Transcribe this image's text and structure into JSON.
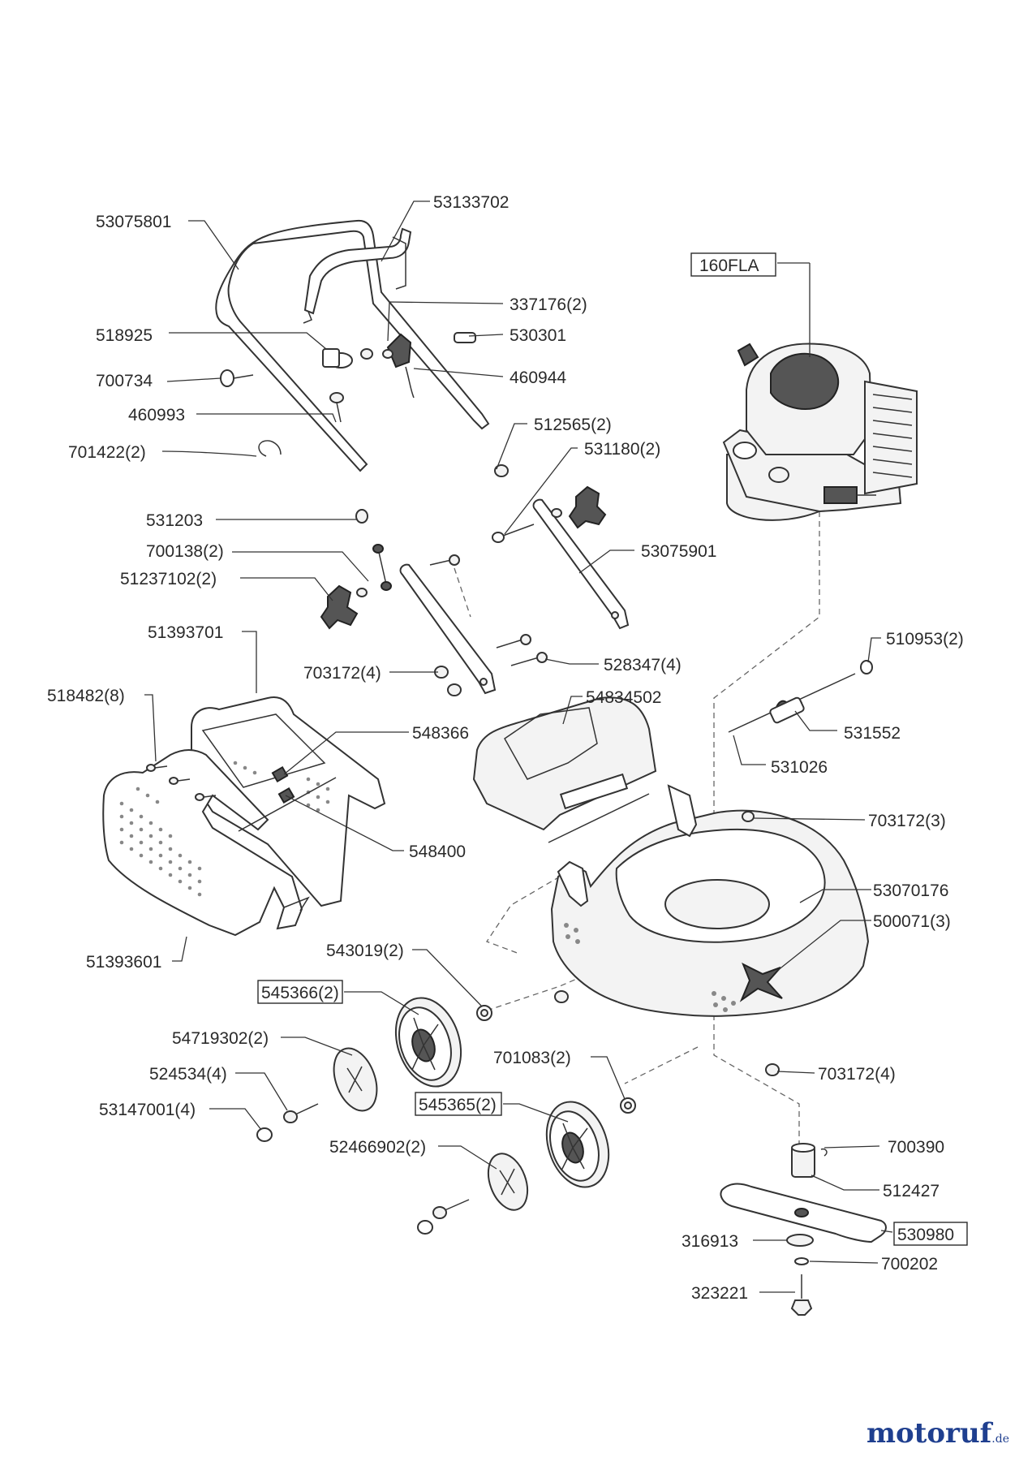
{
  "labels": {
    "l53075801": "53075801",
    "l53133702": "53133702",
    "l160FLA": "160FLA",
    "l337176": "337176(2)",
    "l518925": "518925",
    "l530301": "530301",
    "l700734": "700734",
    "l460944": "460944",
    "l460993": "460993",
    "l701422": "701422(2)",
    "l512565": "512565(2)",
    "l531180": "531180(2)",
    "l531203": "531203",
    "l700138": "700138(2)",
    "l53075901": "53075901",
    "l51237102": "51237102(2)",
    "l51393701": "51393701",
    "l510953": "510953(2)",
    "l703172a": "703172(4)",
    "l528347": "528347(4)",
    "l518482": "518482(8)",
    "l54834502": "54834502",
    "l548366": "548366",
    "l531552": "531552",
    "l531026": "531026",
    "l703172b": "703172(3)",
    "l548400": "548400",
    "l53070176": "53070176",
    "l500071": "500071(3)",
    "l51393601": "51393601",
    "l543019": "543019(2)",
    "l545366": "545366(2)",
    "l54719302": "54719302(2)",
    "l701083": "701083(2)",
    "l524534": "524534(4)",
    "l703172c": "703172(4)",
    "l545365": "545365(2)",
    "l53147001": "53147001(4)",
    "l700390": "700390",
    "l52466902": "52466902(2)",
    "l512427": "512427",
    "l530980": "530980",
    "l316913": "316913",
    "l700202": "700202",
    "l323221": "323221"
  },
  "brand": {
    "name": "motoruf",
    "tld": ".de"
  },
  "colors": {
    "line": "#333333",
    "brand": "#1f3f8f"
  }
}
